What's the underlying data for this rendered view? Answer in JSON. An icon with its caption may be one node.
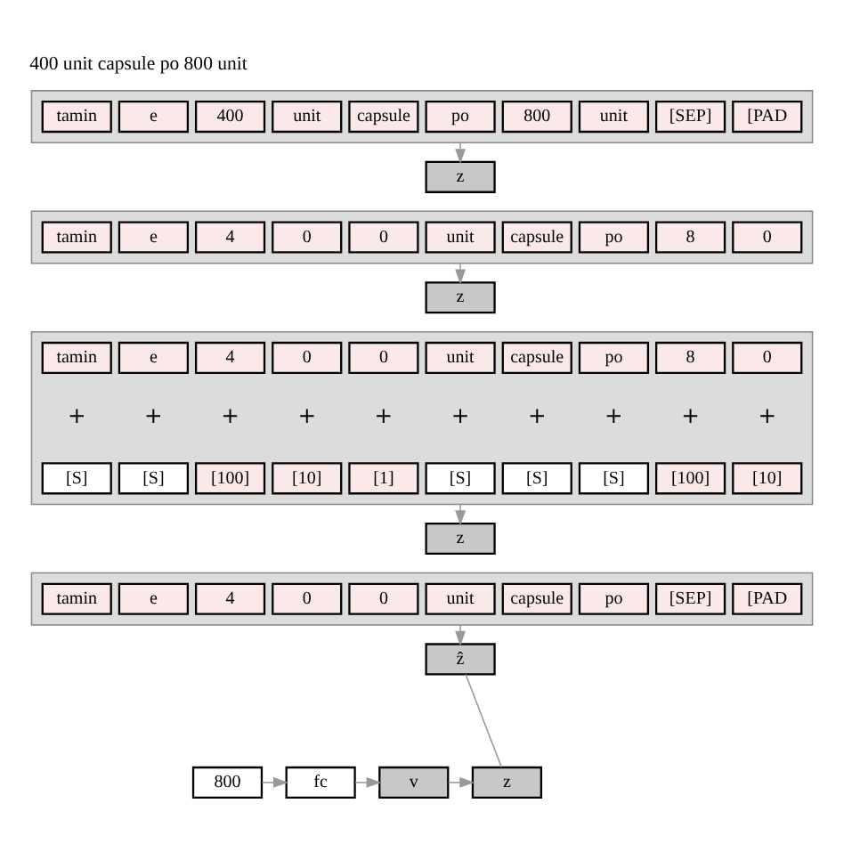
{
  "diagram": {
    "title": "400 unit capsule po 800 unit",
    "nodes": [
      {
        "text": [],
        "shape": "band"
      },
      {
        "text": [
          "tamin"
        ],
        "in": 0
      },
      {
        "text": [
          "e"
        ],
        "in": 0
      },
      {
        "text": [
          "400"
        ],
        "in": 0
      },
      {
        "text": [
          "unit"
        ],
        "in": 0
      },
      {
        "text": [
          "capsule"
        ],
        "in": 0
      },
      {
        "text": [
          "po"
        ],
        "in": 0
      },
      {
        "text": [
          "800"
        ],
        "in": 0
      },
      {
        "text": [
          "unit"
        ],
        "in": 0
      },
      {
        "text": [
          "[SEP]"
        ],
        "in": 0
      },
      {
        "text": [
          "[PAD"
        ],
        "in": 0
      },
      {
        "text": [
          "z"
        ]
      },
      {
        "text": [],
        "shape": "band"
      },
      {
        "text": [
          "tamin"
        ],
        "in": 12
      },
      {
        "text": [
          "e"
        ],
        "in": 12
      },
      {
        "text": [
          "4"
        ],
        "in": 12
      },
      {
        "text": [
          "0"
        ],
        "in": 12
      },
      {
        "text": [
          "0"
        ],
        "in": 12
      },
      {
        "text": [
          "unit"
        ],
        "in": 12
      },
      {
        "text": [
          "capsule"
        ],
        "in": 12
      },
      {
        "text": [
          "po"
        ],
        "in": 12
      },
      {
        "text": [
          "8"
        ],
        "in": 12
      },
      {
        "text": [
          "0"
        ],
        "in": 12
      },
      {
        "text": [
          "z"
        ]
      },
      {
        "text": [],
        "shape": "band"
      },
      {
        "text": [
          "tamin"
        ],
        "in": 24
      },
      {
        "text": [
          "e"
        ],
        "in": 24
      },
      {
        "text": [
          "4"
        ],
        "in": 24
      },
      {
        "text": [
          "0"
        ],
        "in": 24
      },
      {
        "text": [
          "0"
        ],
        "in": 24
      },
      {
        "text": [
          "unit"
        ],
        "in": 24
      },
      {
        "text": [
          "capsule"
        ],
        "in": 24
      },
      {
        "text": [
          "po"
        ],
        "in": 24
      },
      {
        "text": [
          "8"
        ],
        "in": 24
      },
      {
        "text": [
          "0"
        ],
        "in": 24
      },
      {
        "text": [
          "[S]"
        ],
        "in": 24
      },
      {
        "text": [
          "[S]"
        ],
        "in": 24
      },
      {
        "text": [
          "[100]"
        ],
        "in": 24
      },
      {
        "text": [
          "[10]"
        ],
        "in": 24
      },
      {
        "text": [
          "[1]"
        ],
        "in": 24
      },
      {
        "text": [
          "[S]"
        ],
        "in": 24
      },
      {
        "text": [
          "[S]"
        ],
        "in": 24
      },
      {
        "text": [
          "[S]"
        ],
        "in": 24
      },
      {
        "text": [
          "[100]"
        ],
        "in": 24
      },
      {
        "text": [
          "[10]"
        ],
        "in": 24
      },
      {
        "text": [
          "z"
        ]
      },
      {
        "text": [],
        "shape": "band"
      },
      {
        "text": [
          "tamin"
        ],
        "in": 46
      },
      {
        "text": [
          "e"
        ],
        "in": 46
      },
      {
        "text": [
          "4"
        ],
        "in": 46
      },
      {
        "text": [
          "0"
        ],
        "in": 46
      },
      {
        "text": [
          "0"
        ],
        "in": 46
      },
      {
        "text": [
          "unit"
        ],
        "in": 46
      },
      {
        "text": [
          "capsule"
        ],
        "in": 46
      },
      {
        "text": [
          "po"
        ],
        "in": 46
      },
      {
        "text": [
          "[SEP]"
        ],
        "in": 46
      },
      {
        "text": [
          "[PAD"
        ],
        "in": 46
      },
      {
        "text": [
          "ẑ"
        ]
      },
      {
        "text": [
          "v"
        ]
      },
      {
        "text": [
          "800"
        ]
      },
      {
        "text": [
          "fc"
        ]
      },
      {
        "text": [
          "z"
        ]
      }
    ],
    "edges": [
      {
        "from": 0,
        "to": 11,
        "arrow": "to"
      },
      {
        "from": 12,
        "to": 23,
        "arrow": "to"
      },
      {
        "from": 24,
        "to": 45,
        "arrow": "to"
      },
      {
        "from": 46,
        "to": 57,
        "arrow": "to"
      },
      {
        "from": 59,
        "to": 60,
        "arrow": "to"
      },
      {
        "from": 60,
        "to": 58,
        "arrow": "to"
      },
      {
        "from": 57,
        "to": 61,
        "arrow": "none"
      },
      {
        "from": 58,
        "to": 61,
        "arrow": "to"
      }
    ],
    "labels": [
      "+",
      "+",
      "+",
      "+",
      "+",
      "+",
      "+",
      "+",
      "+",
      "+"
    ]
  }
}
